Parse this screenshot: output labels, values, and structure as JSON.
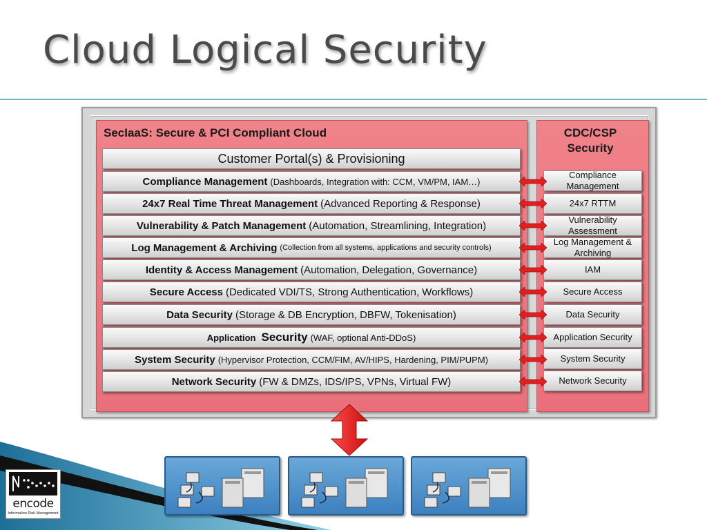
{
  "title": "Cloud Logical Security",
  "left_panel": {
    "title": "SecIaaS: Secure & PCI Compliant Cloud",
    "portal": "Customer Portal(s) & Provisioning",
    "rows": [
      {
        "bold": "Compliance Management",
        "detail": "(Dashboards, Integration with: CCM, VM/PM, IAM…)"
      },
      {
        "bold": "24x7 Real Time Threat Management",
        "detail": "(Advanced Reporting & Response)"
      },
      {
        "bold": "Vulnerability & Patch Management",
        "detail": "(Automation, Streamlining, Integration)"
      },
      {
        "bold": "Log Management & Archiving",
        "detail": "(Collection from all systems, applications and security controls)"
      },
      {
        "bold": "Identity & Access Management",
        "detail": "(Automation, Delegation, Governance)"
      },
      {
        "bold": "Secure Access",
        "detail": "(Dedicated VDI/TS, Strong Authentication, Workflows)"
      },
      {
        "bold": "Data Security",
        "detail": "(Storage & DB Encryption, DBFW, Tokenisation)"
      },
      {
        "bold": "Application",
        "bold2": "Security",
        "detail": "(WAF, optional Anti-DDoS)"
      },
      {
        "bold": "System Security",
        "detail": "(Hypervisor Protection, CCM/FIM, AV/HIPS, Hardening, PIM/PUPM)"
      },
      {
        "bold": "Network Security",
        "detail": "(FW & DMZs, IDS/IPS, VPNs, Virtual FW)"
      }
    ]
  },
  "right_panel": {
    "title": "CDC/CSP Security",
    "items": [
      "Compliance Management",
      "24x7 RTTM",
      "Vulnerability Assessment",
      "Log Management & Archiving",
      "IAM",
      "Secure Access",
      "Data Security",
      "Application Security",
      "System Security",
      "Network Security"
    ]
  },
  "logo": {
    "name": "encode",
    "tagline": "Information Risk Management"
  },
  "colors": {
    "panel_red": "#ee7a83",
    "arrow_red": "#e02020",
    "accent_teal": "#6db8cf",
    "server_blue": "#4a90cc"
  }
}
